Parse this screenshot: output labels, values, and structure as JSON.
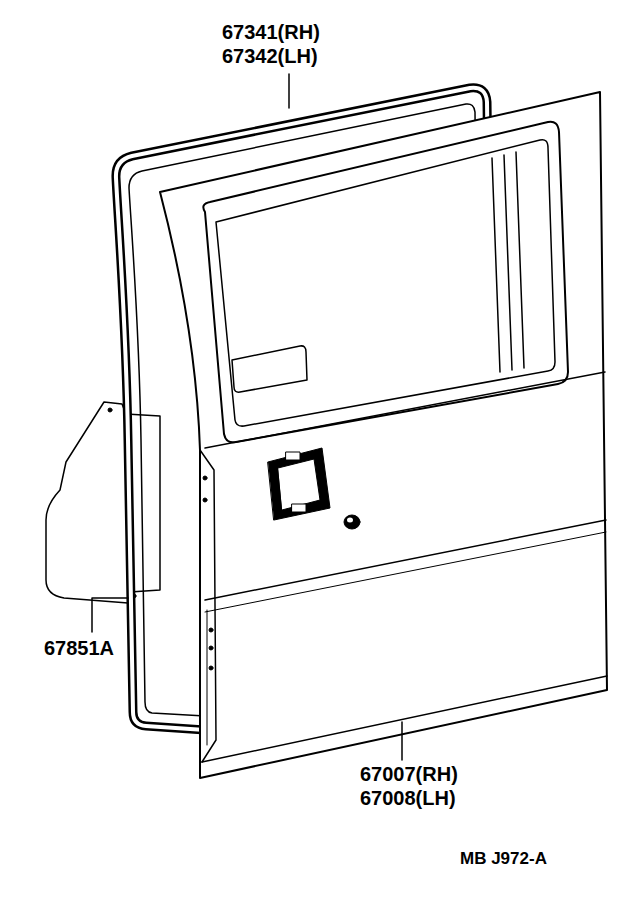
{
  "diagram": {
    "labels": [
      "67341(RH)",
      "67342(LH)",
      "67851A",
      "67007(RH)",
      "67008(LH)",
      "MB J972-A"
    ]
  }
}
